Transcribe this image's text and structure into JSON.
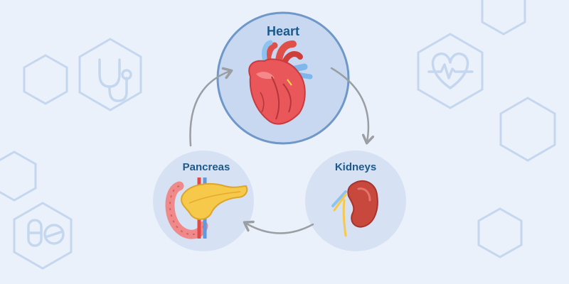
{
  "organs": {
    "heart": {
      "label": "Heart"
    },
    "kidneys": {
      "label": "Kidneys"
    },
    "pancreas": {
      "label": "Pancreas"
    }
  },
  "colors": {
    "background": "#eaf1fa",
    "label_text": "#1d5a8c",
    "heart_circle_fill": "#c7d8f0",
    "heart_circle_stroke": "#6f98c8",
    "small_circle_fill": "#d6e2f3",
    "arrow": "#9b9ea3",
    "decor_outline": "#c5d7ef"
  },
  "icons": {
    "decor": [
      "hexagon-icon",
      "stethoscope-icon",
      "heartbeat-icon",
      "pills-icon"
    ],
    "flow": "cycle-arrow-icon"
  }
}
